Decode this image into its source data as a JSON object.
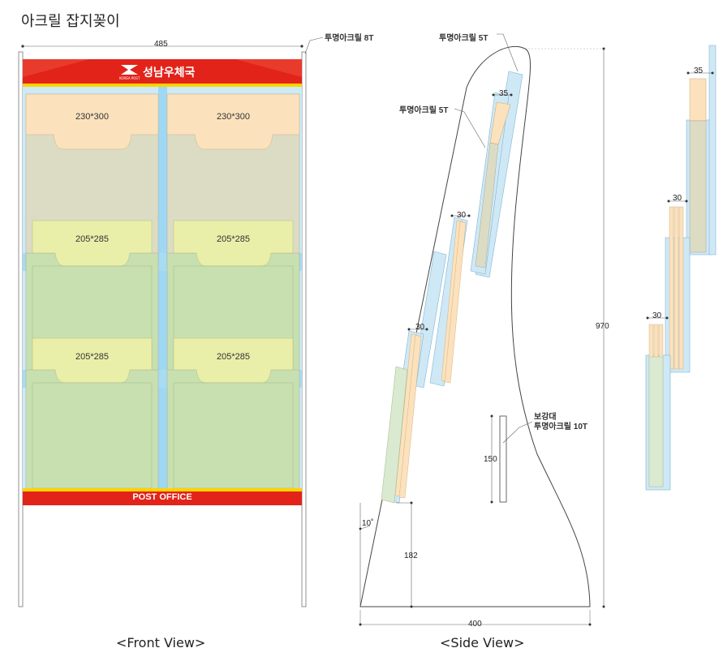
{
  "title": "아크릴 잡지꽂이",
  "front": {
    "width_dim": "485",
    "acrylic_label": "투명아크릴 8T",
    "brand_name": "성남우체국",
    "brand_sub": "KOREA POST",
    "footer": "POST OFFICE",
    "pockets": [
      "230*300",
      "230*300",
      "205*285",
      "205*285",
      "205*285",
      "205*285"
    ],
    "caption": "<Front View>"
  },
  "side": {
    "label_top": "투명아크릴 5T",
    "label_shelf": "투명아크릴 5T",
    "dim_35": "35",
    "dim_30a": "30",
    "dim_30b": "30",
    "reinforce_line1": "보강대",
    "reinforce_line2": "투명아크릴 10T",
    "dim_150": "150",
    "dim_182": "182",
    "angle": "10˚",
    "dim_970": "970",
    "dim_400": "400",
    "caption": "<Side View>"
  },
  "detail": {
    "dim_35": "35",
    "dim_30a": "30",
    "dim_30b": "30"
  },
  "colors": {
    "header_red": "#e2231a",
    "yellow": "#ffd200",
    "pocket_peach": "#fbe2bc",
    "pocket_yellow": "#e9efa8",
    "pocket_green": "#c8e0b0",
    "acrylic_blue": "#bfe6f6"
  }
}
